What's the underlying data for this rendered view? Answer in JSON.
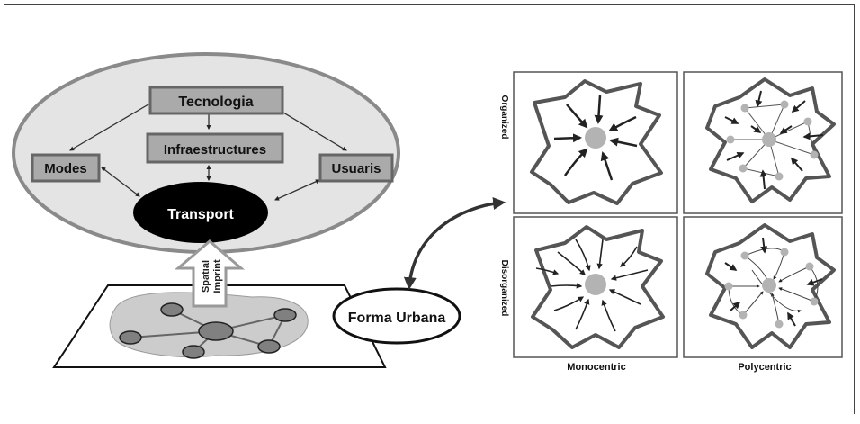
{
  "left": {
    "tecnologia": "Tecnologia",
    "infraestructures": "Infraestructures",
    "modes": "Modes",
    "usuaris": "Usuaris",
    "transport": "Transport",
    "imprint_line1": "Spatial",
    "imprint_line2": "Imprint",
    "forma_urbana": "Forma Urbana"
  },
  "grid": {
    "row_labels": [
      "Organized",
      "Disorganized"
    ],
    "col_labels": [
      "Monocentric",
      "Polycentric"
    ]
  },
  "colors": {
    "box_fill": "#aaaaaa",
    "box_border": "#666666",
    "ellipse_fill": "#e4e4e4",
    "ellipse_border": "#8a8a8a",
    "transport_fill": "#000000",
    "center_fill": "#b3b3b3",
    "node_fill": "#808080",
    "arrow": "#222222"
  }
}
